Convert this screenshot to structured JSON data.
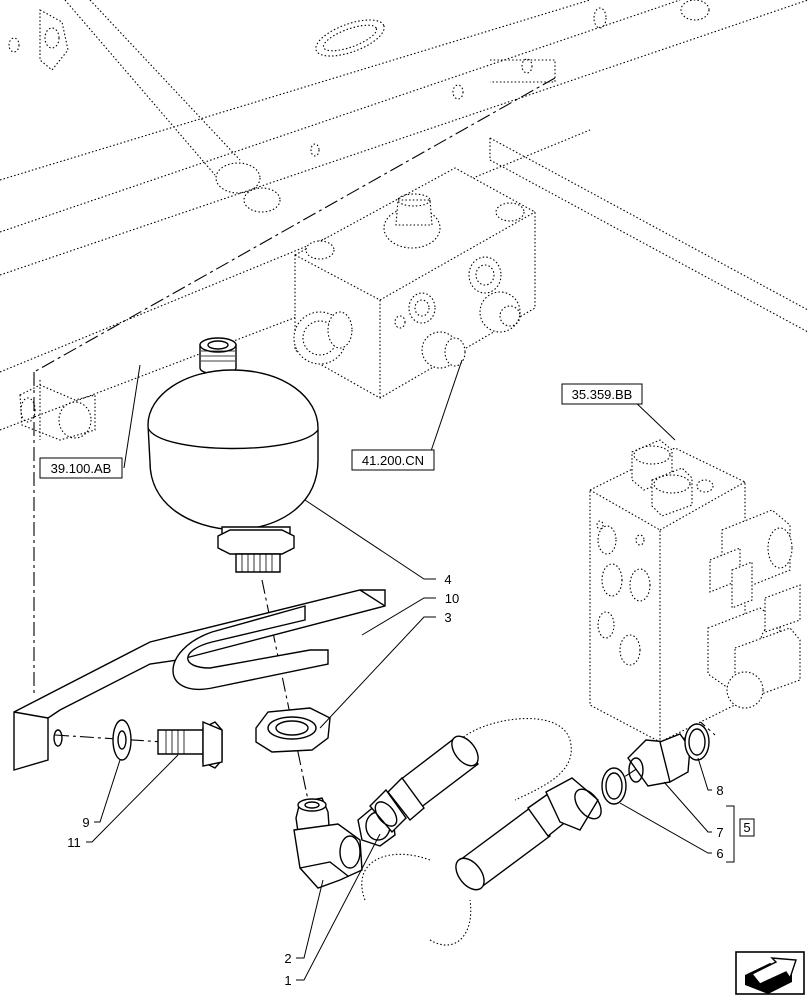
{
  "references": {
    "r1": "39.100.AB",
    "r2": "41.200.CN",
    "r3": "35.359.BB"
  },
  "callouts": {
    "c1": "1",
    "c2": "2",
    "c3": "3",
    "c4": "4",
    "c5": "5",
    "c6": "6",
    "c7": "7",
    "c8": "8",
    "c9": "9",
    "c10": "10",
    "c11": "11"
  },
  "nav_icon": "next-page-arrow-icon"
}
